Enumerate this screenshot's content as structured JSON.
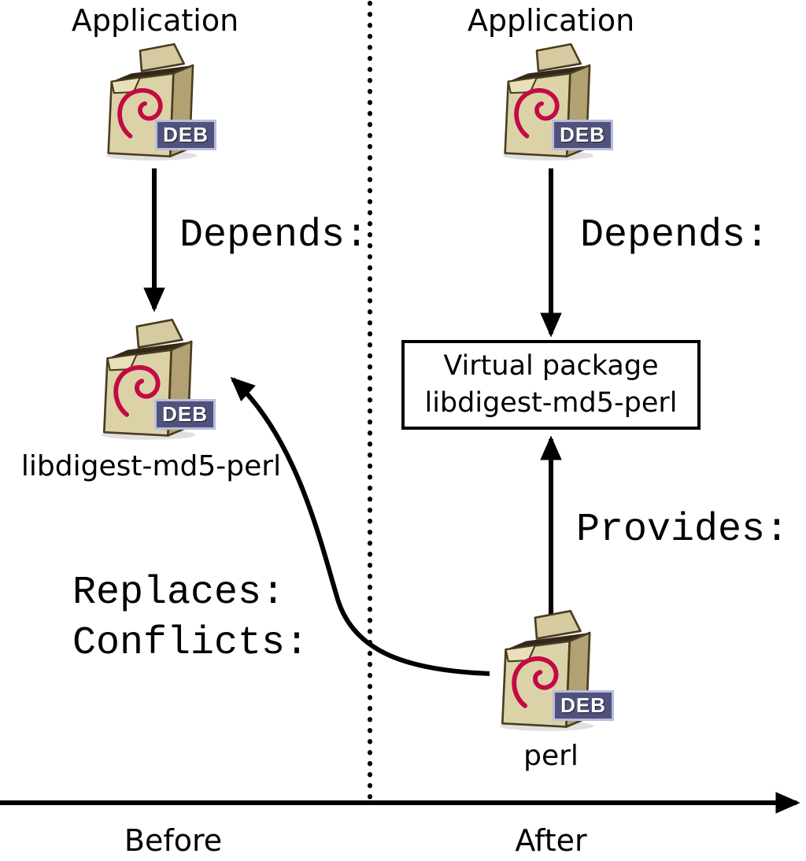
{
  "diagram": {
    "badge": "DEB",
    "left": {
      "app_label": "Application",
      "depends_label": "Depends:",
      "package_label": "libdigest-md5-perl",
      "replaces_label": "Replaces:",
      "conflicts_label": "Conflicts:"
    },
    "right": {
      "app_label": "Application",
      "depends_label": "Depends:",
      "virtual_package_line1": "Virtual package",
      "virtual_package_line2": "libdigest-md5-perl",
      "provides_label": "Provides:",
      "package_label": "perl"
    },
    "timeline": {
      "before_label": "Before",
      "after_label": "After"
    },
    "colors": {
      "arrow": "#000000",
      "box_front": "#dcd2a8",
      "box_side": "#b2a172",
      "box_flap": "#d6caa0",
      "box_flap_light": "#e9e0bb",
      "box_opening": "#33271a",
      "box_outline": "#4a3c20",
      "swirl": "#c30a44",
      "badge_bg": "#50527c",
      "badge_border": "#b9bce0",
      "badge_text": "#ffffff"
    }
  }
}
